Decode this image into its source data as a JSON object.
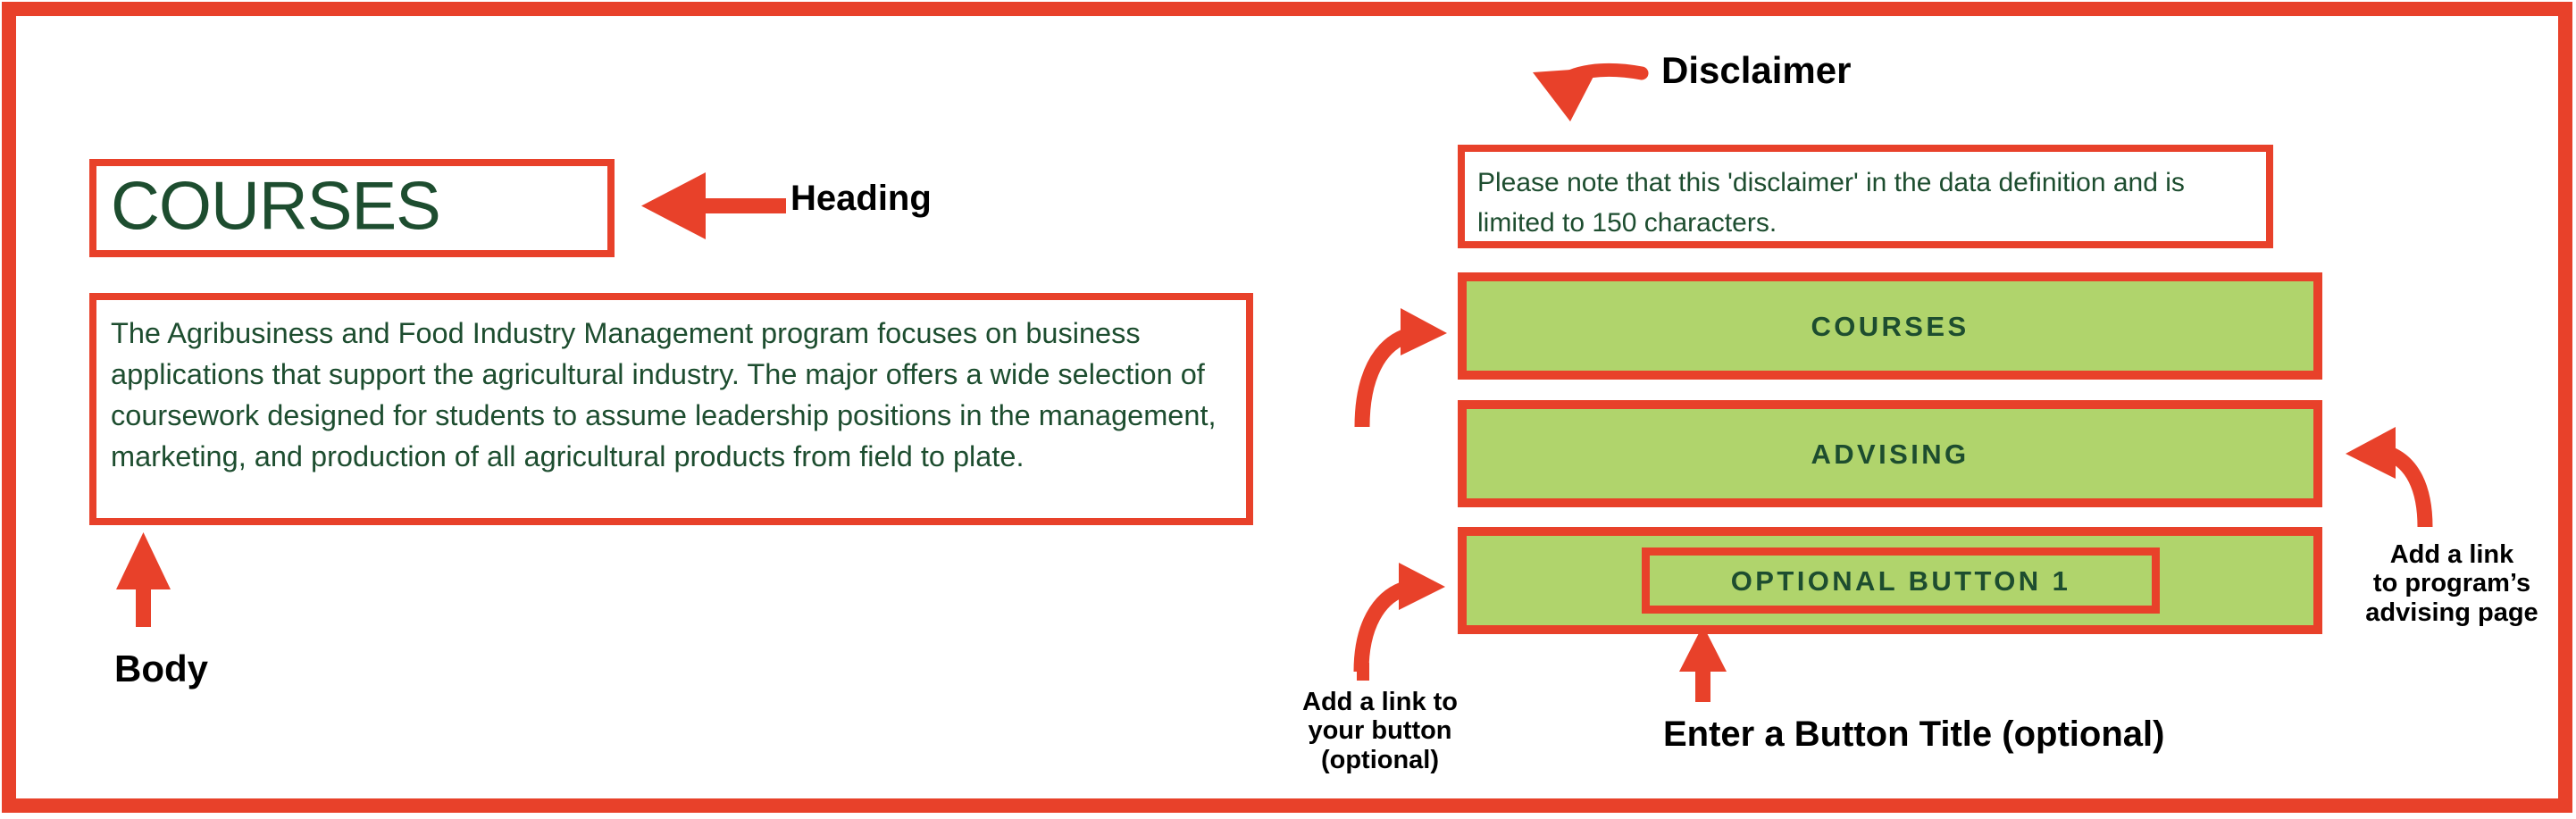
{
  "frame": {
    "accent_color": "#e8412a",
    "green_fill": "#b0d46c",
    "green_text": "#1d4d2f"
  },
  "left": {
    "heading": "COURSES",
    "body": "The Agribusiness and Food Industry Management program focuses on business applications that support the agricultural industry. The major offers a wide selection of coursework designed for students to assume leadership positions in the management, marketing, and production of all agricultural products from field to plate."
  },
  "right": {
    "disclaimer": "Please note that this 'disclaimer' in the data definition and is limited to 150 characters.",
    "buttons": [
      {
        "label": "COURSES"
      },
      {
        "label": "ADVISING"
      },
      {
        "label": "OPTIONAL BUTTON 1"
      }
    ]
  },
  "annotations": {
    "heading": "Heading",
    "body": "Body",
    "disclaimer": "Disclaimer",
    "enter_button_title": "Enter a Button Title (optional)",
    "add_link_button_l1": "Add a link to",
    "add_link_button_l2": "your button",
    "add_link_button_l3": "(optional)",
    "advising_link_l1": "Add a link",
    "advising_link_l2": "to program’s",
    "advising_link_l3": "advising page"
  },
  "icons": {
    "arrow_left": "arrow-left-icon",
    "arrow_up": "arrow-up-icon",
    "curved_arrow_down_left": "curved-arrow-down-left-icon",
    "curved_arrow_up_right": "curved-arrow-up-right-icon",
    "curved_arrow_up_left": "curved-arrow-up-left-icon"
  }
}
